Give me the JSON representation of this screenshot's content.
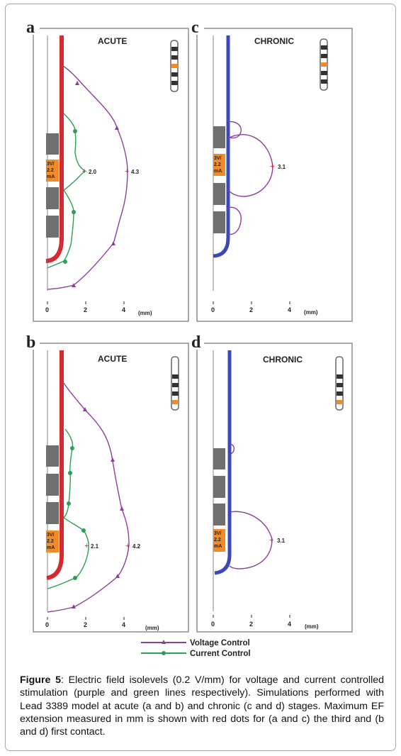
{
  "colors": {
    "acute_lead": "#d42a31",
    "chronic_lead": "#3b48b8",
    "voltage_line": "#8a3f9a",
    "current_line": "#2d9e55",
    "contact": "#6f6f6f",
    "active_contact": "#f08b2a",
    "red_dot": "#e0211d"
  },
  "panels": [
    {
      "letter": "a",
      "title": "ACUTE",
      "active_label": [
        "3V/",
        "2.2",
        "mA"
      ],
      "voltage_value": "4.3",
      "current_value": "2.0",
      "xticks": [
        "0",
        "2",
        "4"
      ],
      "unit": "(mm)"
    },
    {
      "letter": "c",
      "title": "CHRONIC",
      "active_label": [
        "3V/",
        "2.2",
        "mA"
      ],
      "voltage_value": "3.1",
      "xticks": [
        "0",
        "2",
        "4"
      ],
      "unit": "(mm)"
    },
    {
      "letter": "b",
      "title": "ACUTE",
      "active_label": [
        "3V/",
        "2.2",
        "mA"
      ],
      "voltage_value": "4.2",
      "current_value": "2.1",
      "xticks": [
        "0",
        "2",
        "4"
      ],
      "unit": "(mm)"
    },
    {
      "letter": "d",
      "title": "CHRONIC",
      "active_label": [
        "3V/",
        "2.2",
        "mA"
      ],
      "voltage_value": "3.1",
      "xticks": [
        "0",
        "2",
        "4"
      ],
      "unit": "(mm)"
    }
  ],
  "legend": {
    "voltage": "Voltage Control",
    "current": "Current Control"
  },
  "caption": {
    "label": "Figure 5",
    "text": ": Electric field isolevels (0.2 V/mm) for voltage and current controlled stimulation (purple and green lines respectively). Simulations performed with Lead 3389 model at acute (a and b) and chronic (c and d) stages. Maximum EF extension measured in mm is shown with red dots for (a and c) the third and (b and d) first contact."
  }
}
